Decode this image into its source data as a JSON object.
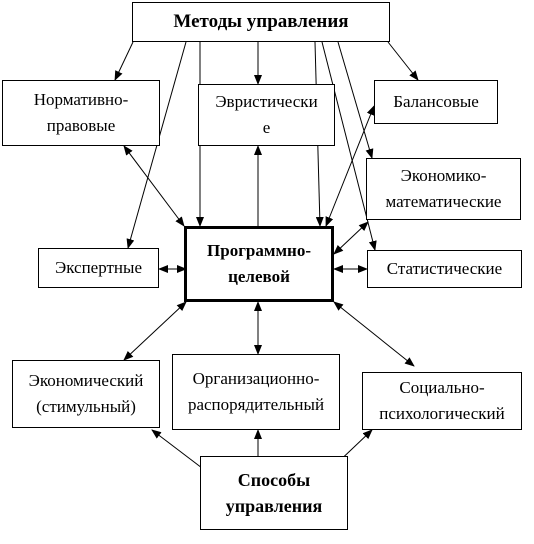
{
  "methods": {
    "title": "Методы управления",
    "normative": "Нормативно-\nправовые",
    "heuristic": "Эвристически\nе",
    "balance": "Балансовые",
    "econ_math": "Экономико-\nматематические",
    "expert": "Экспертные",
    "program": "Программно-\nцелевой",
    "statistical": "Статистические"
  },
  "ways": {
    "title": "Способы\nуправления",
    "economic": "Экономический\n(стимульный)",
    "organizational": "Организационно-\nраспорядительный",
    "social": "Социально-\nпсихологический"
  },
  "colors": {
    "line": "#000000",
    "background": "#ffffff"
  }
}
